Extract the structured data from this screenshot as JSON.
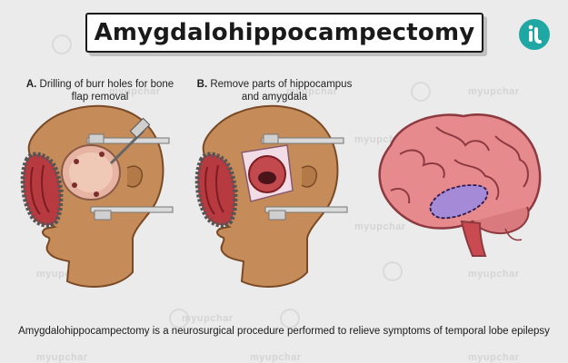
{
  "title": "Amygdalohippocampectomy",
  "steps": [
    {
      "letter": "A.",
      "text": "Drilling of burr holes for bone flap removal"
    },
    {
      "letter": "B.",
      "text": "Remove parts of hippocampus and amygdala"
    }
  ],
  "description": "Amygdalohippocampectomy is a neurosurgical procedure performed to relieve symptoms of temporal lobe epilepsy",
  "watermark": "myupchar",
  "colors": {
    "background": "#ebebeb",
    "skin": "#c58c5a",
    "brain": "#e68a8e",
    "highlight": "#a58ad8",
    "brand": "#1fa8a3"
  }
}
